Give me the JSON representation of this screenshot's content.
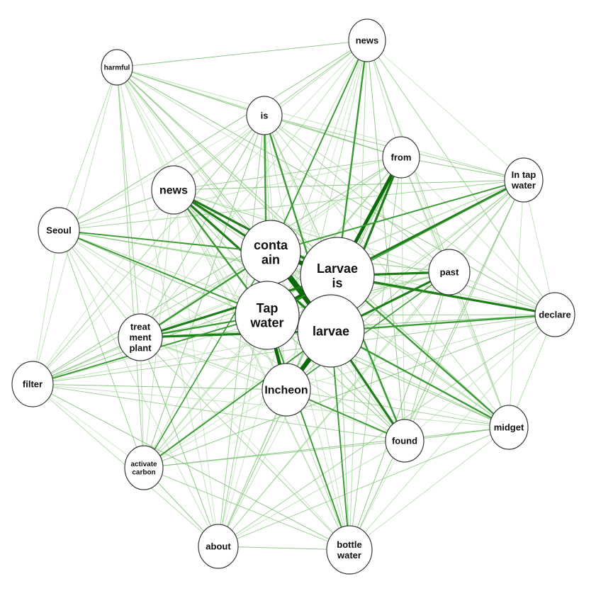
{
  "graph": {
    "nodes": [
      {
        "id": "news_top",
        "label": [
          "news"
        ],
        "size": "s"
      },
      {
        "id": "harmful",
        "label": [
          "harmful"
        ],
        "size": "xs"
      },
      {
        "id": "is",
        "label": [
          "is"
        ],
        "size": "s"
      },
      {
        "id": "from",
        "label": [
          "from"
        ],
        "size": "s"
      },
      {
        "id": "in_tap_water",
        "label": [
          "In tap",
          "water"
        ],
        "size": "s"
      },
      {
        "id": "news_big",
        "label": [
          "news"
        ],
        "size": "m"
      },
      {
        "id": "seoul",
        "label": [
          "Seoul"
        ],
        "size": "s"
      },
      {
        "id": "contain",
        "label": [
          "conta",
          "ain"
        ],
        "size": "l"
      },
      {
        "id": "larvae_is",
        "label": [
          "Larvae",
          "is"
        ],
        "size": "l"
      },
      {
        "id": "past",
        "label": [
          "past"
        ],
        "size": "s"
      },
      {
        "id": "tap_water",
        "label": [
          "Tap",
          "water"
        ],
        "size": "l"
      },
      {
        "id": "larvae",
        "label": [
          "larvae"
        ],
        "size": "l"
      },
      {
        "id": "declare",
        "label": [
          "declare"
        ],
        "size": "s"
      },
      {
        "id": "treatment_plant",
        "label": [
          "treat",
          "ment",
          "plant"
        ],
        "size": "s"
      },
      {
        "id": "filter",
        "label": [
          "filter"
        ],
        "size": "s"
      },
      {
        "id": "incheon",
        "label": [
          "Incheon"
        ],
        "size": "m"
      },
      {
        "id": "found",
        "label": [
          "found"
        ],
        "size": "s"
      },
      {
        "id": "midget",
        "label": [
          "midget"
        ],
        "size": "s"
      },
      {
        "id": "activate_carbon",
        "label": [
          "activate",
          "carbon"
        ],
        "size": "xs"
      },
      {
        "id": "about",
        "label": [
          "about"
        ],
        "size": "s"
      },
      {
        "id": "bottle_water",
        "label": [
          "bottle",
          "water"
        ],
        "size": "s"
      }
    ],
    "heavy_edges": [
      [
        "contain",
        "tap_water",
        5
      ],
      [
        "contain",
        "larvae",
        5
      ],
      [
        "contain",
        "larvae_is",
        4
      ],
      [
        "tap_water",
        "larvae",
        5
      ],
      [
        "tap_water",
        "larvae_is",
        4
      ],
      [
        "larvae",
        "larvae_is",
        4
      ],
      [
        "larvae",
        "incheon",
        4
      ],
      [
        "tap_water",
        "incheon",
        3
      ],
      [
        "larvae_is",
        "from",
        3
      ],
      [
        "larvae",
        "from",
        2
      ],
      [
        "larvae_is",
        "in_tap_water",
        2
      ],
      [
        "larvae_is",
        "past",
        2
      ],
      [
        "larvae",
        "past",
        2
      ],
      [
        "larvae_is",
        "declare",
        2
      ],
      [
        "larvae",
        "declare",
        1.5
      ],
      [
        "larvae",
        "found",
        2
      ],
      [
        "larvae_is",
        "found",
        1.5
      ],
      [
        "larvae",
        "midget",
        1.5
      ],
      [
        "larvae_is",
        "midget",
        1.5
      ],
      [
        "news_big",
        "contain",
        2
      ],
      [
        "news_big",
        "larvae_is",
        2
      ],
      [
        "news_big",
        "larvae",
        2
      ],
      [
        "news_big",
        "tap_water",
        1.5
      ],
      [
        "treatment_plant",
        "larvae_is",
        2
      ],
      [
        "treatment_plant",
        "larvae",
        2
      ],
      [
        "treatment_plant",
        "tap_water",
        1.5
      ],
      [
        "treatment_plant",
        "contain",
        1.5
      ],
      [
        "is",
        "larvae",
        1.5
      ],
      [
        "is",
        "tap_water",
        1.5
      ],
      [
        "news_top",
        "larvae_is",
        1.5
      ],
      [
        "news_top",
        "contain",
        1.2
      ],
      [
        "seoul",
        "tap_water",
        1.2
      ],
      [
        "seoul",
        "contain",
        1.2
      ],
      [
        "filter",
        "tap_water",
        1.2
      ],
      [
        "activate_carbon",
        "larvae",
        1.2
      ],
      [
        "activate_carbon",
        "contain",
        1
      ],
      [
        "bottle_water",
        "tap_water",
        1.2
      ],
      [
        "bottle_water",
        "larvae",
        1.2
      ],
      [
        "incheon",
        "found",
        1.2
      ],
      [
        "incheon",
        "past",
        1
      ],
      [
        "in_tap_water",
        "contain",
        1.2
      ],
      [
        "in_tap_water",
        "tap_water",
        1
      ]
    ]
  }
}
